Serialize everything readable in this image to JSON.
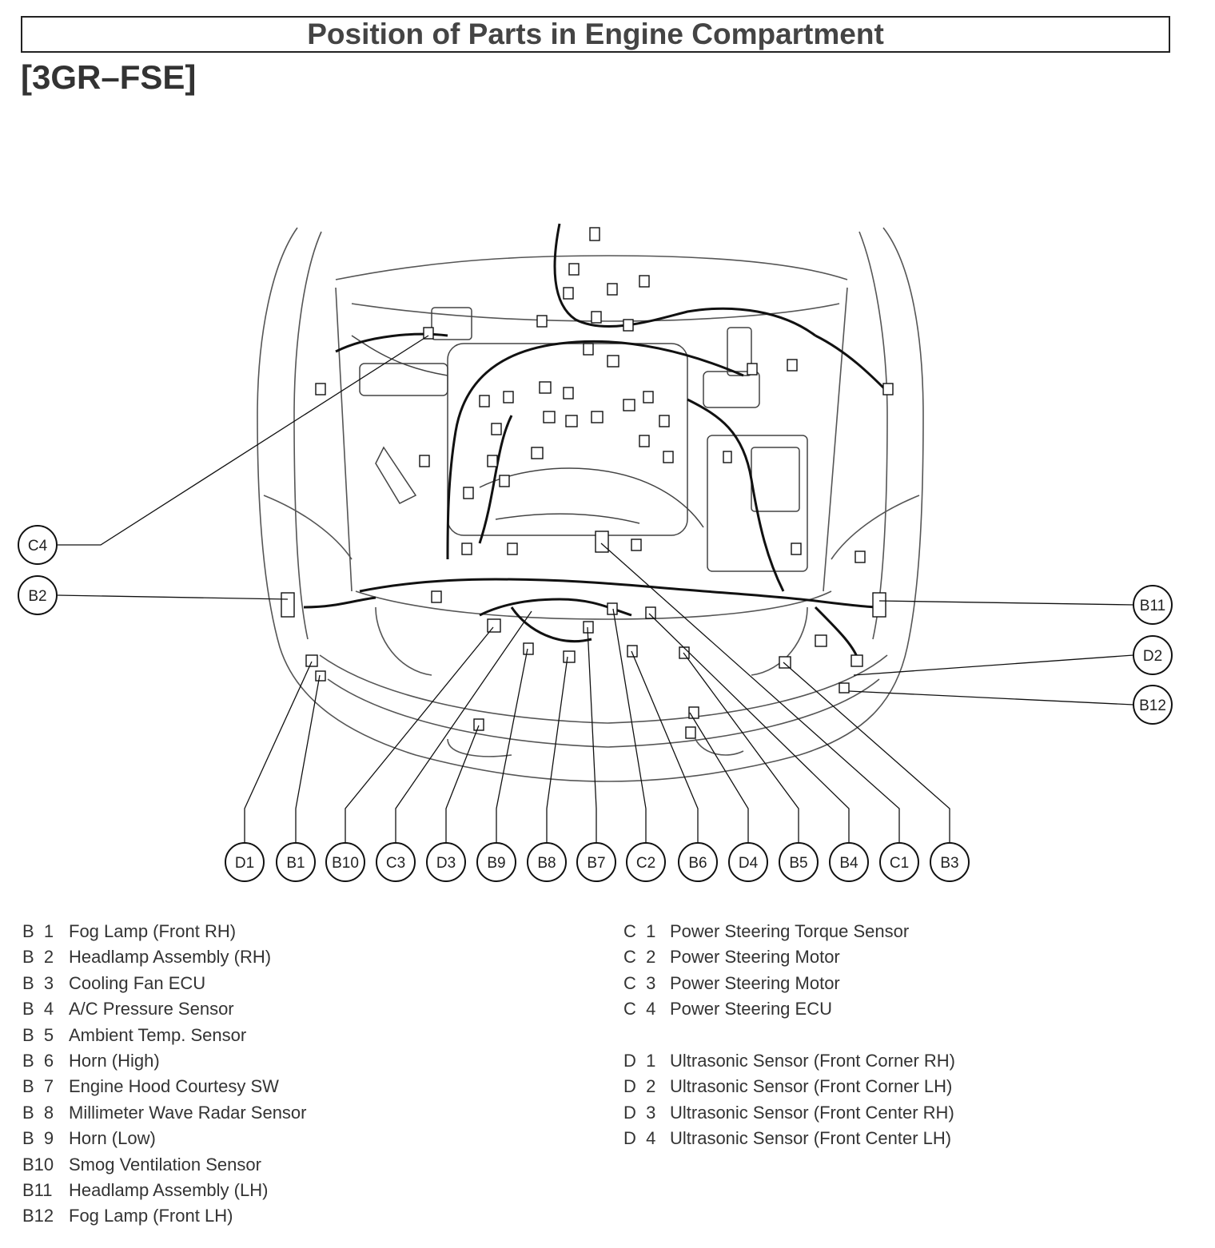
{
  "title": "Position of Parts in Engine Compartment",
  "subtitle": "[3GR–FSE]",
  "callouts": {
    "C4": "C4",
    "B2": "B2",
    "B11": "B11",
    "D2": "D2",
    "B12": "B12",
    "D1": "D1",
    "B1": "B1",
    "B10": "B10",
    "C3": "C3",
    "D3": "D3",
    "B9": "B9",
    "B8": "B8",
    "B7": "B7",
    "C2": "C2",
    "B6": "B6",
    "D4": "D4",
    "B5": "B5",
    "B4": "B4",
    "C1": "C1",
    "B3": "B3"
  },
  "legend_left": [
    {
      "code": "B  1",
      "name": "Fog Lamp (Front RH)"
    },
    {
      "code": "B  2",
      "name": "Headlamp Assembly (RH)"
    },
    {
      "code": "B  3",
      "name": "Cooling Fan ECU"
    },
    {
      "code": "B  4",
      "name": "A/C Pressure Sensor"
    },
    {
      "code": "B  5",
      "name": "Ambient Temp. Sensor"
    },
    {
      "code": "B  6",
      "name": "Horn (High)"
    },
    {
      "code": "B  7",
      "name": "Engine Hood Courtesy SW"
    },
    {
      "code": "B  8",
      "name": "Millimeter Wave Radar Sensor"
    },
    {
      "code": "B  9",
      "name": "Horn (Low)"
    },
    {
      "code": "B10",
      "name": "Smog Ventilation Sensor"
    },
    {
      "code": "B11",
      "name": "Headlamp Assembly (LH)"
    },
    {
      "code": "B12",
      "name": "Fog Lamp (Front LH)"
    }
  ],
  "legend_right_c": [
    {
      "code": "C  1",
      "name": "Power Steering Torque Sensor"
    },
    {
      "code": "C  2",
      "name": "Power Steering Motor"
    },
    {
      "code": "C  3",
      "name": "Power Steering Motor"
    },
    {
      "code": "C  4",
      "name": "Power Steering ECU"
    }
  ],
  "legend_right_d": [
    {
      "code": "D  1",
      "name": "Ultrasonic Sensor (Front Corner RH)"
    },
    {
      "code": "D  2",
      "name": "Ultrasonic Sensor (Front Corner LH)"
    },
    {
      "code": "D  3",
      "name": "Ultrasonic Sensor (Front Center RH)"
    },
    {
      "code": "D  4",
      "name": "Ultrasonic Sensor (Front Center LH)"
    }
  ]
}
